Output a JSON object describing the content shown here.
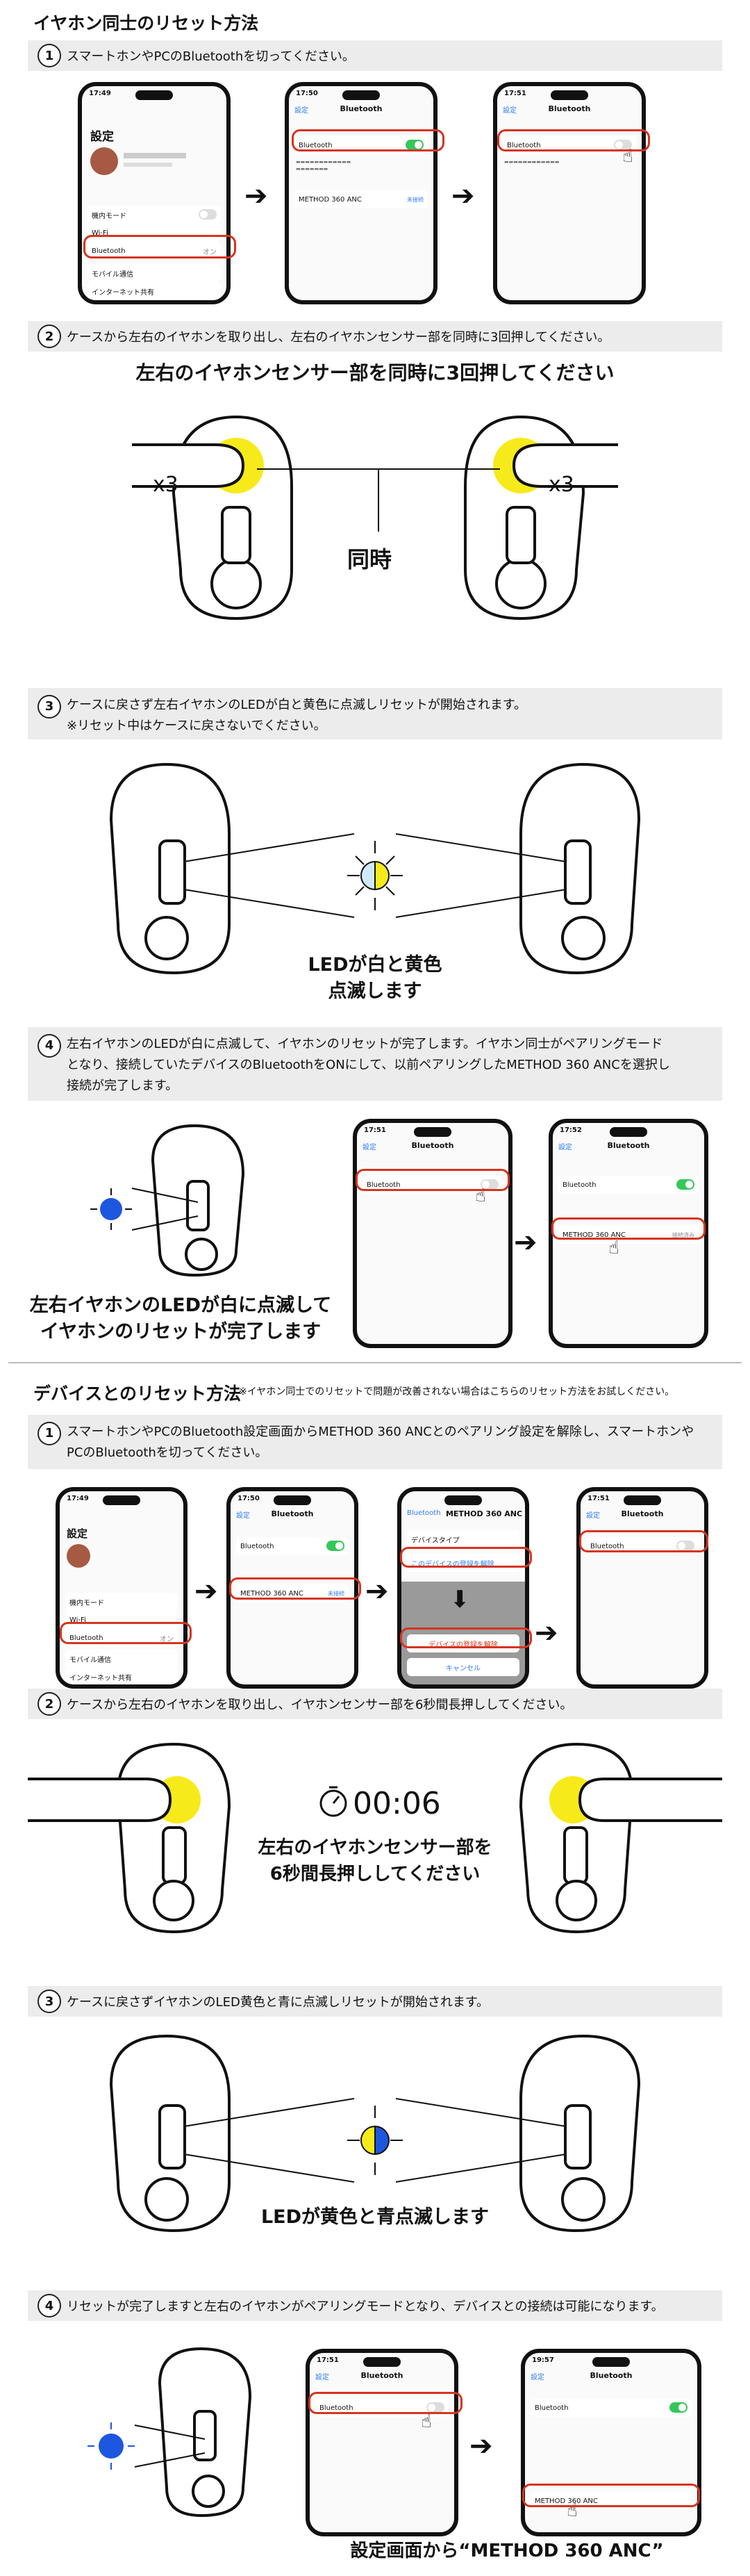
{
  "section1": {
    "title": "イヤホン同士のリセット方法",
    "step1": {
      "num": "1",
      "text": "スマートホンやPCのBluetoothを切ってください。"
    },
    "step2": {
      "num": "2",
      "text": "ケースから左右のイヤホンを取り出し、左右のイヤホンセンサー部を同時に3回押してください。"
    },
    "step2_caption": "左右のイヤホンセンサー部を同時に3回押してください",
    "step2_x3": "x3",
    "step2_simul": "同時",
    "step3": {
      "num": "3",
      "line1": "ケースに戻さず左右イヤホンのLEDが白と黄色に点滅しリセットが開始されます。",
      "line2": "※リセット中はケースに戻さないでください。"
    },
    "step3_caption": [
      "LEDが白と黄色",
      "点滅します"
    ],
    "step4": {
      "num": "4",
      "line1": "左右イヤホンのLEDが白に点滅して、イヤホンのリセットが完了します。イヤホン同士がペアリングモード",
      "line2": "となり、接続していたデバイスのBluetoothをONにして、以前ペアリングしたMETHOD 360 ANCを選択し",
      "line3": "接続が完了します。"
    },
    "step4_caption": [
      "左右イヤホンのLEDが白に点滅して",
      "イヤホンのリセットが完了します"
    ]
  },
  "section2": {
    "title": "デバイスとのリセット方法",
    "note": "※イヤホン同士でのリセットで問題が改善されない場合はこちらのリセット方法をお試しください。",
    "step1": {
      "num": "1",
      "line1": "スマートホンやPCのBluetooth設定画面からMETHOD 360 ANCとのペアリング設定を解除し、スマートホンや",
      "line2": "PCのBluetoothを切ってください。"
    },
    "step2": {
      "num": "2",
      "text": "ケースから左右のイヤホンを取り出し、イヤホンセンサー部を6秒間長押ししてください。"
    },
    "timer": "00:06",
    "step2_caption": [
      "左右のイヤホンセンサー部を",
      "6秒間長押ししてください"
    ],
    "step3": {
      "num": "3",
      "text": "ケースに戻さずイヤホンのLED黄色と青に点滅しリセットが開始されます。"
    },
    "step3_caption": "LEDが黄色と青点滅します",
    "step4": {
      "num": "4",
      "text": "リセットが完了しますと左右のイヤホンがペアリングモードとなり、デバイスとの接続は可能になります。"
    },
    "step4_caption": "設定画面から“METHOD 360 ANC”"
  },
  "phones": {
    "settings": {
      "time": "17:49",
      "title": "設定",
      "items": [
        "機内モード",
        "Wi-Fi",
        "Bluetooth",
        "モバイル通信",
        "インターネット共有"
      ],
      "bt_value": "オン"
    },
    "bt_on": {
      "time": "17:50",
      "back": "設定",
      "title": "Bluetooth",
      "row": "Bluetooth",
      "device": "METHOD 360 ANC",
      "device_status": "未接続"
    },
    "bt_off": {
      "time": "17:51",
      "back": "設定",
      "title": "Bluetooth",
      "row": "Bluetooth"
    },
    "bt_connected": {
      "time": "17:52",
      "device_status": "接続済み"
    },
    "forget": {
      "back": "Bluetooth",
      "title": "METHOD 360 ANC",
      "item1": "デバイスタイプ",
      "item2": "このデバイスの登録を解除",
      "confirm": "デバイスの登録を解除",
      "cancel": "キャンセル"
    },
    "last": {
      "time": "19:57"
    }
  },
  "colors": {
    "yellow": "#f7ea1a",
    "blue": "#1d57e0",
    "red": "#d7341e",
    "step_bg": "#ececec"
  }
}
